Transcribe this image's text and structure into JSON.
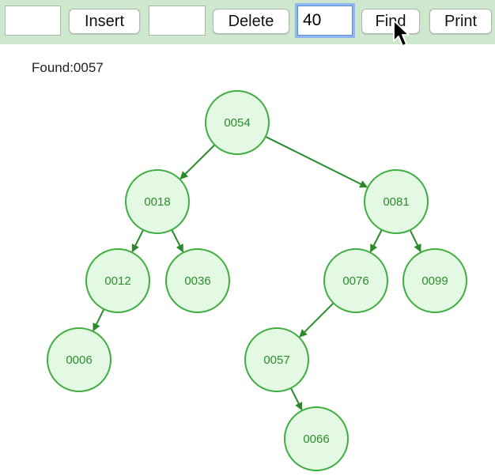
{
  "toolbar": {
    "insert_value": "",
    "insert_label": "Insert",
    "delete_value": "",
    "delete_label": "Delete",
    "find_value": "40",
    "find_label": "Find",
    "print_label": "Print"
  },
  "status": {
    "text": "Found:0057"
  },
  "colors": {
    "toolbar_bg": "#cde8cd",
    "node_fill": "#e3f9e3",
    "node_stroke": "#3fae3f",
    "edge": "#2a8a2a",
    "node_text": "#2e8b2e"
  },
  "tree": {
    "nodes": [
      {
        "id": "0054",
        "label": "0054"
      },
      {
        "id": "0018",
        "label": "0018"
      },
      {
        "id": "0081",
        "label": "0081"
      },
      {
        "id": "0012",
        "label": "0012"
      },
      {
        "id": "0036",
        "label": "0036"
      },
      {
        "id": "0076",
        "label": "0076"
      },
      {
        "id": "0099",
        "label": "0099"
      },
      {
        "id": "0006",
        "label": "0006"
      },
      {
        "id": "0057",
        "label": "0057"
      },
      {
        "id": "0066",
        "label": "0066"
      }
    ],
    "edges": [
      {
        "from": "0054",
        "to": "0018"
      },
      {
        "from": "0054",
        "to": "0081"
      },
      {
        "from": "0018",
        "to": "0012"
      },
      {
        "from": "0018",
        "to": "0036"
      },
      {
        "from": "0081",
        "to": "0076"
      },
      {
        "from": "0081",
        "to": "0099"
      },
      {
        "from": "0012",
        "to": "0006"
      },
      {
        "from": "0076",
        "to": "0057"
      },
      {
        "from": "0057",
        "to": "0066"
      }
    ]
  }
}
